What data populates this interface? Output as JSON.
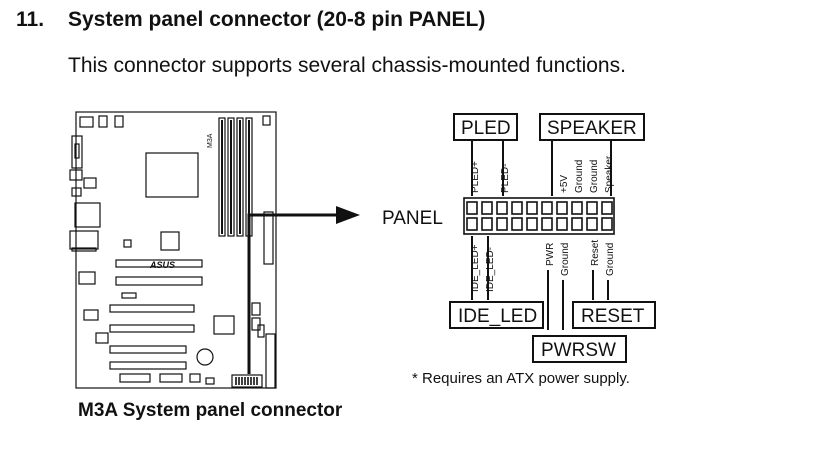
{
  "section": {
    "number": "11.",
    "title": "System panel connector (20-8 pin PANEL)",
    "description": "This connector supports several chassis-mounted functions."
  },
  "board": {
    "chip_label": "M3A",
    "logo": "ASUS",
    "caption": "M3A System panel connector"
  },
  "connector": {
    "name": "PANEL",
    "groups": {
      "pled": "PLED",
      "speaker": "SPEAKER",
      "ide_led": "IDE_LED",
      "pwrsw": "PWRSW",
      "reset": "RESET"
    },
    "top_pins": [
      "PLED+",
      "PLED-",
      "+5V",
      "Ground",
      "Ground",
      "Speaker"
    ],
    "bottom_pins": [
      "IDE_LED+",
      "IDE_LED-",
      "PWR",
      "Ground",
      "Reset",
      "Ground"
    ]
  },
  "note": "* Requires an ATX power supply."
}
